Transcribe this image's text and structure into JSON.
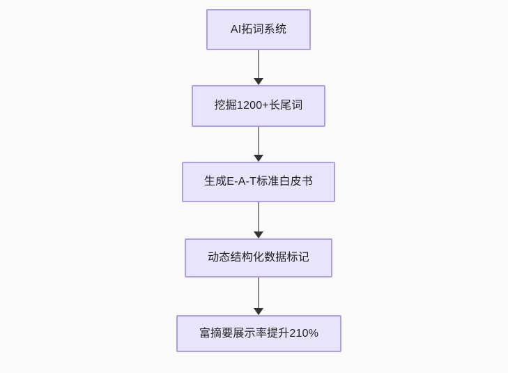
{
  "diagram": {
    "type": "flowchart",
    "direction": "top-to-bottom",
    "background_color": "#fafafa",
    "node_fill_color": "#e7e4fb",
    "node_border_color": "#b09cea",
    "node_text_color": "#1f2020",
    "connector_line_color": "#8a8a8a",
    "connector_arrow_color": "#333333",
    "nodes": [
      {
        "id": "n1",
        "label": "AI拓词系统"
      },
      {
        "id": "n2",
        "label": "挖掘1200+长尾词"
      },
      {
        "id": "n3",
        "label": "生成E-A-T标准白皮书"
      },
      {
        "id": "n4",
        "label": "动态结构化数据标记"
      },
      {
        "id": "n5",
        "label": "富摘要展示率提升210%"
      }
    ],
    "edges": [
      {
        "from": "n1",
        "to": "n2"
      },
      {
        "from": "n2",
        "to": "n3"
      },
      {
        "from": "n3",
        "to": "n4"
      },
      {
        "from": "n4",
        "to": "n5"
      }
    ]
  }
}
